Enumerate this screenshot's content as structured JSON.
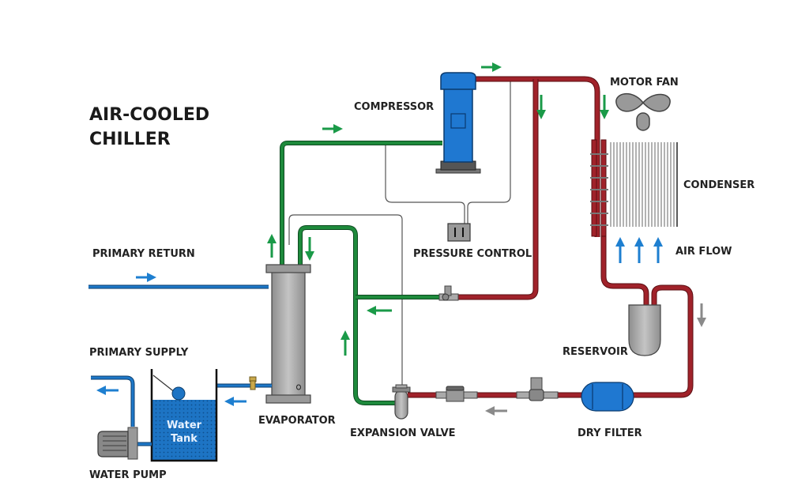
{
  "diagram": {
    "title_line1": "AIR-COOLED",
    "title_line2": "CHILLER",
    "labels": {
      "compressor": "COMPRESSOR",
      "motor_fan": "MOTOR FAN",
      "condenser": "CONDENSER",
      "air_flow": "AIR FLOW",
      "pressure_control": "PRESSURE CONTROL",
      "primary_return": "PRIMARY RETURN",
      "primary_supply": "PRIMARY SUPPLY",
      "reservoir": "RESERVOIR",
      "evaporator": "EVAPORATOR",
      "expansion_valve": "EXPANSION VALVE",
      "dry_filter": "DRY FILTER",
      "water_pump": "WATER PUMP",
      "water_tank_line1": "Water",
      "water_tank_line2": "Tank"
    },
    "colors": {
      "hot_refrigerant": "#a0222a",
      "cold_refrigerant": "#1e8a3c",
      "water": "#1e78c8",
      "component_gray": "#a9a9a9",
      "component_blue": "#1f78d1",
      "arrow_green": "#1a9a48",
      "arrow_blue": "#1e7fd0",
      "arrow_gray": "#8a8a8a"
    }
  }
}
